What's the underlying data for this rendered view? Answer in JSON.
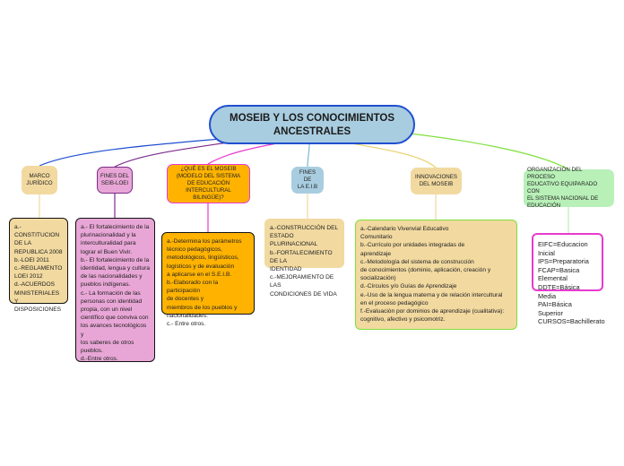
{
  "title": "MOSEIB Y LOS CONOCIMIENTOS ANCESTRALES",
  "colors": {
    "center_fill": "#a9cde0",
    "center_border": "#1f4fd1",
    "beige": "#f1d9a0",
    "pink": "#e8a6d6",
    "orange": "#ffb300",
    "green": "#b8f0b8",
    "lime": "#7ee03a",
    "magenta": "#e83ad0",
    "purple": "#7b2d8b"
  },
  "branches": [
    {
      "label": [
        "MARCO",
        "JURÍDICO"
      ],
      "details": [
        "a.-CONSTITUCION",
        "DE LA",
        "REPUBLICA 2008",
        "b.-LOEI 2011",
        "c.-REGLAMENTO",
        "LOEI 2012",
        "d.-ACUERDOS",
        "MINISTERIALES Y",
        "DISPOSICIONES"
      ]
    },
    {
      "label": [
        "FINES DEL",
        "SEIB-LOEI"
      ],
      "details": [
        "a.- El fortalecimiento de la",
        "plurinacionalidad y la",
        "interculturalidad para",
        "lograr el Buen Vivir.",
        "b.- El fortalecimiento de la",
        "identidad, lengua y cultura",
        "de las nacionalidades y",
        "pueblos indígenas.",
        "c.- La formación de las",
        "personas con identidad",
        "propia, con un nivel",
        "científico que conviva con",
        "los avances tecnológicos y",
        "los saberes de otros",
        "pueblos.",
        "d.-Entre otros."
      ]
    },
    {
      "label": [
        "¿QUÉ ES EL MOSEIB",
        "(MODELO DEL SISTEMA",
        "DE EDUCACIÓN",
        "INTERCULTURAL BILINGÜE)?"
      ],
      "details": [
        "a.-Determina los parámetros",
        "técnico pedagógicos,",
        "metodológicos, lingüísticos,",
        "logísticos y de evaluación",
        "a aplicarse en el S.E.I.B.",
        "b.-Elaborado con la participación",
        "de docentes y",
        "miembros de los pueblos y",
        "nacionalidades.",
        "c.- Entre otros."
      ]
    },
    {
      "label": [
        "FINES DE",
        "LA E.I.B"
      ],
      "details": [
        "a.-CONSTRUCCIÓN DEL",
        "ESTADO PLURINACIONAL",
        "b.-FORTALECIMIENTO DE LA",
        "IDENTIDAD",
        "c.-MEJORAMIENTO DE LAS",
        "CONDICIONES DE VIDA"
      ]
    },
    {
      "label": [
        "INNOVACIONES",
        "DEL MOSEIB"
      ],
      "details": [
        "a.-Calendario Vivenvial Educativo",
        "Comunitario",
        "b.-Currículo por unidades integradas de",
        "aprendizaje",
        "c.-Metodología del sistema de construcción",
        "de conocimientos (dominio, aplicación, creación y",
        "socialización)",
        "d.-Círculos y/o Guías de Aprendizaje",
        "e.-Uso de la lengua materna y de relación intercultural",
        "en el proceso pedagógico",
        "f.-Evaluación por dominios de aprendizaje (cualitativa):",
        "cognitivo, afectivo y psicomotriz."
      ]
    },
    {
      "label": [
        "ORGANIZACIÓN DEL PROCESO",
        "EDUCATIVO EQUIPARADO CON",
        "EL SISTEMA NACIONAL DE",
        "EDUCACIÓN"
      ],
      "details": [
        "EIFC=Educacion Inicial",
        "IPS=Preparatoria",
        "FCAP=Basica Elemental",
        "DDTE=Básica Media",
        "PAI=Básica Superior",
        "CURSOS=Bachillerato"
      ]
    }
  ]
}
